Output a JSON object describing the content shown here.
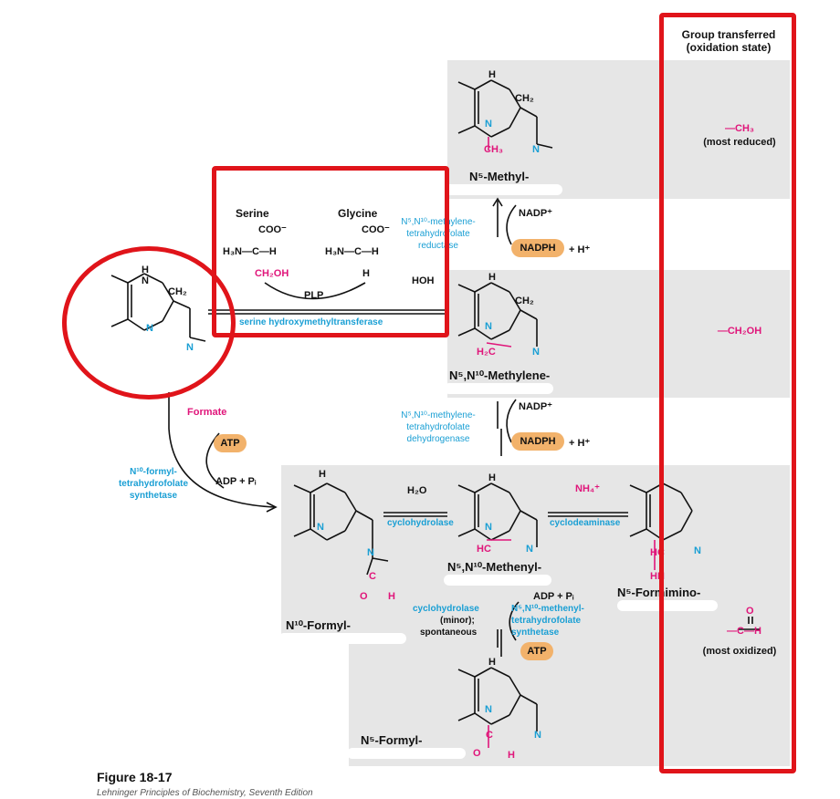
{
  "header": {
    "group_transferred": "Group transferred",
    "oxidation_state": "(oxidation state)"
  },
  "groups": {
    "ch3": "—CH₃",
    "most_reduced": "(most reduced)",
    "ch2oh": "—CH₂OH",
    "most_oxidized": "(most oxidized)"
  },
  "reaction1": {
    "serine": "Serine",
    "glycine": "Glycine",
    "serine_coo": "COO⁻",
    "serine_nh3": "H₃N—C—H",
    "serine_ch2oh": "CH₂OH",
    "glycine_coo": "COO⁻",
    "glycine_nh3": "H₃N—C—H",
    "glycine_h": "H",
    "plp": "PLP",
    "hoh": "HOH",
    "enzyme": "serine hydroxymethyltransferase"
  },
  "compounds": {
    "methyl_thf": "N⁵-Methyl-",
    "methylene_thf": "N⁵,N¹⁰-Methylene-",
    "methenyl_thf": "N⁵,N¹⁰-Methenyl-",
    "formyl10_thf": "N¹⁰-Formyl-",
    "formimino_thf": "N⁵-Formimino-",
    "formyl5_thf": "N⁵-Formyl-"
  },
  "enzymes": {
    "reductase": [
      "N⁵,N¹⁰-methylene-",
      "tetrahydrofolate",
      "reductase"
    ],
    "dehydrogenase": [
      "N⁵,N¹⁰-methylene-",
      "tetrahydrofolate",
      "dehydrogenase"
    ],
    "synthetase_10": [
      "N¹⁰-formyl-",
      "tetrahydrofolate",
      "synthetase"
    ],
    "cyclohydrolase": "cyclohydrolase",
    "cyclodeaminase": "cyclodeaminase",
    "synthetase_5_10": [
      "N⁵,N¹⁰-methenyl-",
      "tetrahydrofolate",
      "synthetase"
    ],
    "cyclohydrolase2": "cyclohydrolase",
    "minor": "(minor);",
    "spontaneous": "spontaneous"
  },
  "cofactors": {
    "nadp1": "NADP⁺",
    "nadph1": "NADPH",
    "h1": "+ H⁺",
    "nadp2": "NADP⁺",
    "nadph2": "NADPH",
    "h2": "+ H⁺",
    "formate": "Formate",
    "atp1": "ATP",
    "adp1": "ADP + Pᵢ",
    "h2o": "H₂O",
    "nh4": "NH₄⁺",
    "adp2": "ADP + Pᵢ",
    "atp2": "ATP"
  },
  "caption": {
    "figure": "Figure 18-17",
    "source": "Lehninger Principles of Biochemistry, Seventh Edition"
  },
  "colors": {
    "annotation_red": "#e0141a",
    "enzyme_blue": "#1a9fd4",
    "carbon_pink": "#e0157a",
    "cofactor_orange": "#f2b26b",
    "panel_gray": "#e6e6e6"
  }
}
